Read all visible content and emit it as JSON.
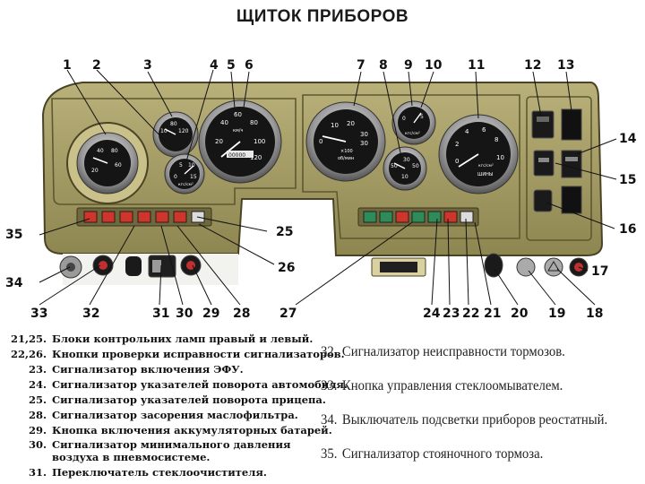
{
  "title": "ЩИТОК ПРИБОРОВ",
  "gauges": {
    "g1": {
      "ticks": [
        "40",
        "80",
        "60",
        "20"
      ]
    },
    "g3": {
      "ticks": [
        "10",
        "80",
        "120"
      ]
    },
    "g4": {
      "ticks": [
        "0",
        "5",
        "10",
        "15"
      ],
      "unit": "кгс/см²"
    },
    "g5": {
      "ticks": [
        "20",
        "40",
        "60",
        "80",
        "100",
        "120"
      ],
      "unit": "км/ч",
      "odometer": "00000"
    },
    "g7": {
      "ticks": [
        "10",
        "20",
        "30",
        "0",
        "30"
      ],
      "unit1": "×100",
      "unit2": "об/мин"
    },
    "g9": {
      "ticks": [
        "0",
        "5"
      ],
      "unit": "кгс/см²"
    },
    "g10": {
      "ticks": [
        "50",
        "30",
        "50",
        "10"
      ]
    },
    "g11": {
      "ticks": [
        "0",
        "2",
        "4",
        "6",
        "8",
        "10"
      ],
      "unit1": "кгс/см²",
      "unit2": "ШИНЫ"
    }
  },
  "callouts": {
    "c1": "1",
    "c2": "2",
    "c3": "3",
    "c4": "4",
    "c5": "5",
    "c6": "6",
    "c7": "7",
    "c8": "8",
    "c9": "9",
    "c10": "10",
    "c11": "11",
    "c12": "12",
    "c13": "13",
    "c14": "14",
    "c15": "15",
    "c16": "16",
    "c17": "17",
    "c18": "18",
    "c19": "19",
    "c20": "20",
    "c21": "21",
    "c22": "22",
    "c23": "23",
    "c24": "24",
    "c25": "25",
    "c26": "26",
    "c27": "27",
    "c28": "28",
    "c29": "29",
    "c30": "30",
    "c31": "31",
    "c32": "32",
    "c33": "33",
    "c34": "34",
    "c35": "35"
  },
  "legend_left": [
    {
      "num": "21,25.",
      "text": "Блоки контрольних ламп правый и левый."
    },
    {
      "num": "22,26.",
      "text": "Кнопки проверки исправности сигнализаторов."
    },
    {
      "num": "23.",
      "text": "Сигнализатор включения ЭФУ."
    },
    {
      "num": "24.",
      "text": "Сигнализатор указателей поворота автомобиля."
    },
    {
      "num": "25.",
      "text": "Сигнализатор указателей поворота прицепа."
    },
    {
      "num": "28.",
      "text": "Сигнализатор засорения маслофильтра."
    },
    {
      "num": "29.",
      "text": "Кнопка включения аккумуляторных батарей."
    },
    {
      "num": "30.",
      "text": "Сигнализатор минимального давления воздуха в пневмосистеме."
    },
    {
      "num": "31.",
      "text": "Переключатель стеклоочистителя."
    }
  ],
  "legend_right": [
    {
      "num": "32.",
      "text": "Сигнализатор неисправности тормозов."
    },
    {
      "num": "33.",
      "text": "Кнопка управления стеклоомывателем."
    },
    {
      "num": "34.",
      "text": "Выключатель подсветки приборов реостатный."
    },
    {
      "num": "35.",
      "text": "Сигнализатор стояночного тормоза."
    }
  ],
  "colors": {
    "panel": "#a39a63",
    "panel_dark": "#7b7344",
    "panel_light": "#c9c08a",
    "lamp_red": "#d0342b",
    "lamp_green": "#2e8c5a",
    "gauge_face": "#151515"
  }
}
